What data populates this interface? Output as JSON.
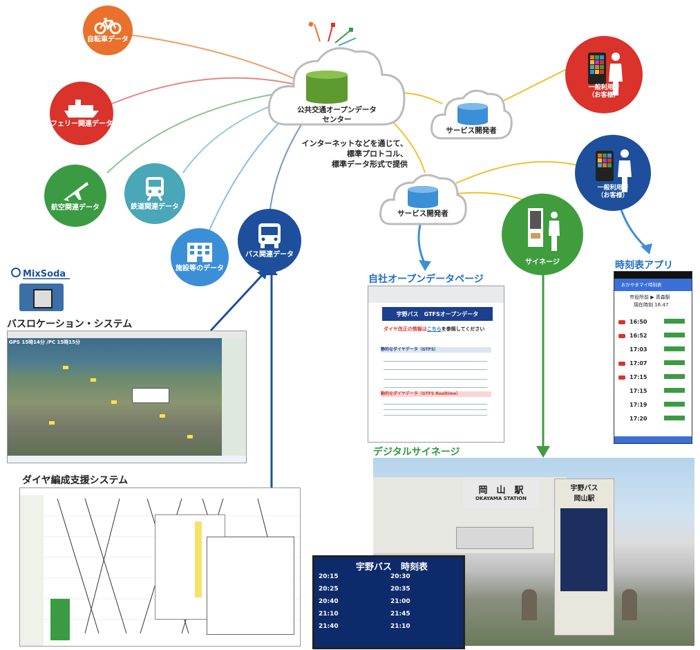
{
  "colors": {
    "orange": "#e9712b",
    "red": "#d9332b",
    "green": "#3b9b43",
    "teal": "#4aa7b8",
    "sky": "#3b8fd6",
    "navy": "#1d4f9c",
    "yellow": "#f0c02a",
    "appleGreen": "#3f9d3d",
    "blueArrow": "#3b8fd6"
  },
  "sources": {
    "bicycle": "自転車データ",
    "ferry": "フェリー関連データ",
    "air": "航空関連データ",
    "rail": "鉄道関連データ",
    "facility": "施設等のデータ",
    "bus": "バス関連データ"
  },
  "center": {
    "line1": "公共交通オープンデータ",
    "line2": "センター"
  },
  "devTop": "サービス開発者",
  "devMid": "サービス開発者",
  "note": {
    "line1": "インターネットなどを通じて、",
    "line2": "標準プロトコル、",
    "line3": "標準データ形式で提供"
  },
  "users": {
    "u1_line1": "一般利用者",
    "u1_line2": "（お客様）",
    "u2_line1": "一般利用者",
    "u2_line2": "（お客様）",
    "signage": "サイネージ"
  },
  "sections": {
    "openData": "自社オープンデータページ",
    "timetableApp": "時刻表アプリ",
    "busLocation": "バスロケーション・システム",
    "diagram": "ダイヤ編成支援システム",
    "digitalSignage": "デジタルサイネージ"
  },
  "mixsoda": "MixSoda",
  "openDataPage": {
    "title": "宇野バス　GTFSオープンデータ",
    "notice_prefix": "ダイヤ改正の情報は",
    "notice_link": "こちら",
    "notice_suffix": "を参照してください",
    "sec1": "静的なダイヤデータ（GTFS）",
    "sec2": "動的なダイヤデータ（GTFS Realtime）"
  },
  "timetableAppScreen": {
    "header": "おかやまマイ時刻表",
    "route": "市役所前 ▶ 青森駅",
    "now": "現在時刻 16:47",
    "rows": [
      {
        "time": "16:50"
      },
      {
        "time": "16:52"
      },
      {
        "time": "17:03"
      },
      {
        "time": "17:07"
      },
      {
        "time": "17:15"
      },
      {
        "time": "17:15"
      },
      {
        "time": "17:19"
      },
      {
        "time": "17:20"
      }
    ]
  },
  "busLoc": {
    "header": "GPS 15時14分 /PC 15時15分"
  },
  "signageBoard": {
    "title": "宇野バス　時刻表",
    "times": [
      "20:15",
      "20:25",
      "20:40",
      "21:10",
      "21:40",
      "20:30",
      "20:35",
      "21:00",
      "21:45",
      "21:10"
    ]
  },
  "station": {
    "name": "岡　山　駅",
    "roman": "OKAYAMA STATION",
    "pole1": "宇野バス",
    "pole2": "岡山駅"
  }
}
